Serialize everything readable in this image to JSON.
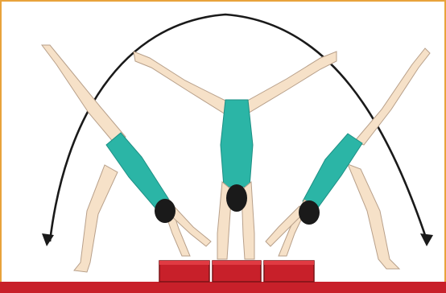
{
  "figure": {
    "colors": {
      "frame_border": "#E8A33C",
      "floor": "#C8202A",
      "block": "#C8202A",
      "block_edge": "#7A1216",
      "leotard": "#2BB5A6",
      "leotard_shade": "#1E8F84",
      "skin": "#F6E1C8",
      "skin_outline": "#B8A08A",
      "hair": "#1A1A1A",
      "arc_arrow": "#1A1A1A"
    },
    "poses": [
      {
        "name": "left-walkover-pose"
      },
      {
        "name": "center-handstand-split-pose"
      },
      {
        "name": "right-walkover-pose"
      }
    ],
    "blocks_count": 3,
    "arrow_icon": "arc-arrow-icon"
  }
}
